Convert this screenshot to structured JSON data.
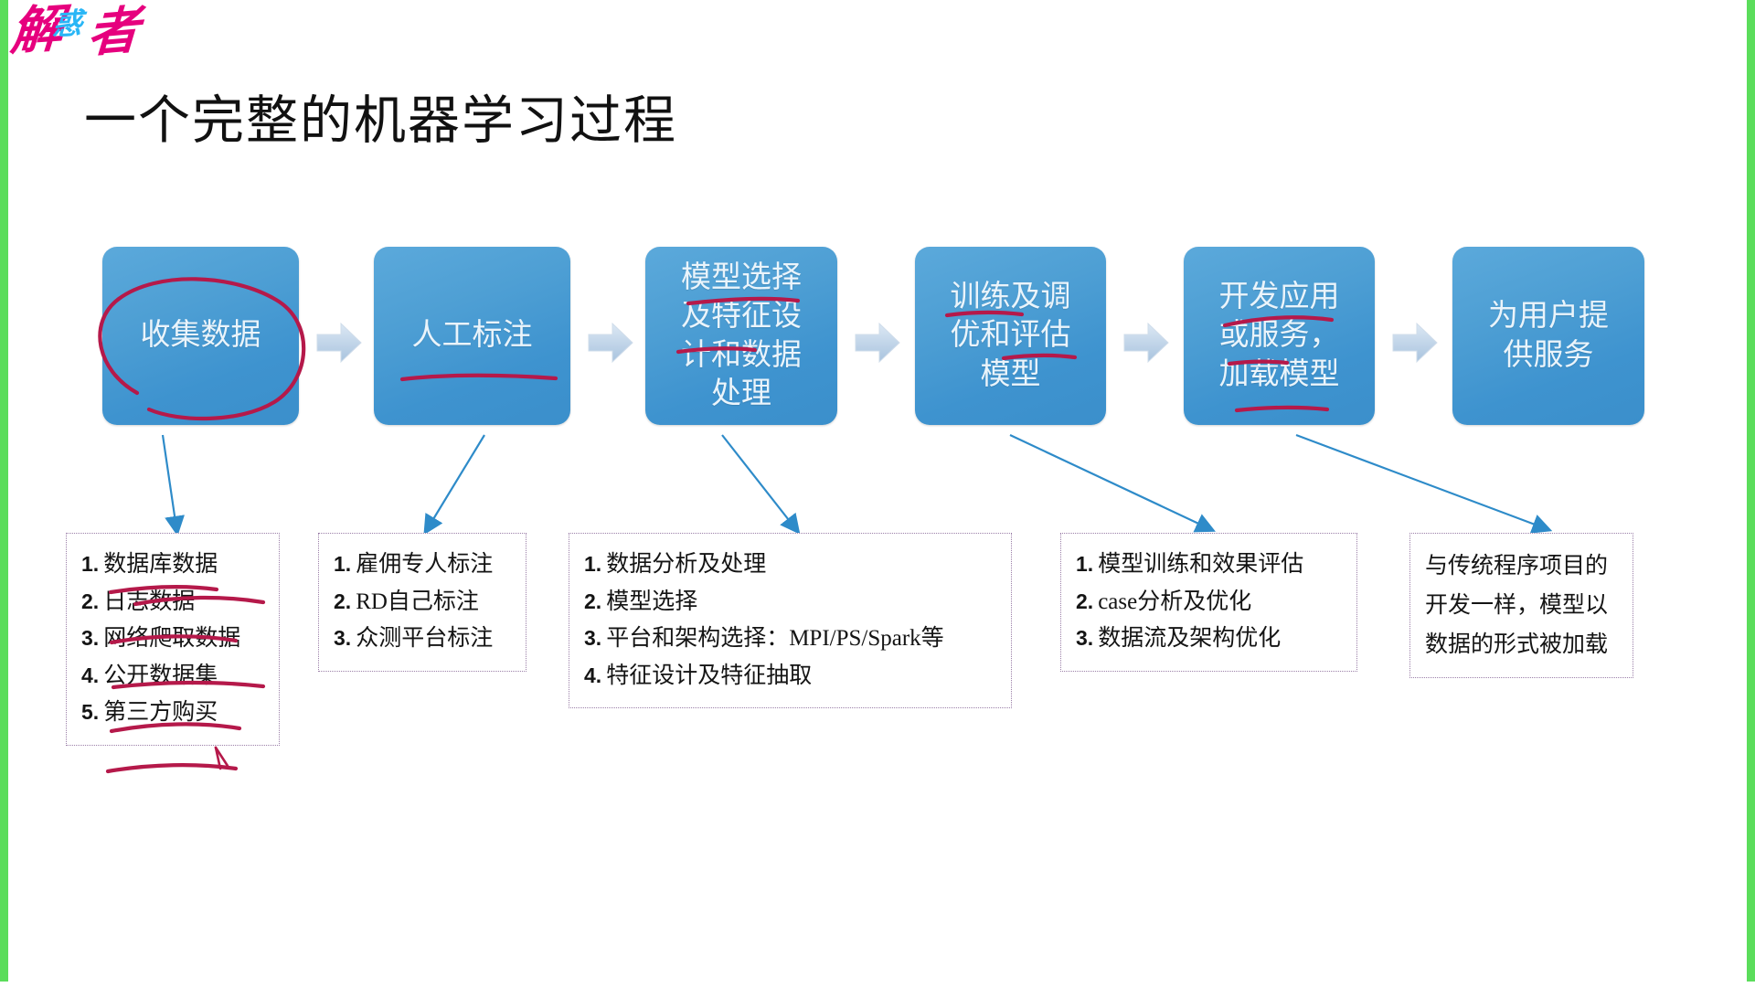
{
  "slide": {
    "title": "一个完整的机器学习过程",
    "logo": {
      "char1": "解",
      "char2": "惑",
      "char3": "者",
      "color_primary": "#e6007e",
      "color_secondary": "#29b6f6"
    },
    "frame_accent_color": "#5bdd5b",
    "node_color": "#3e93cf",
    "arrow_color": "#b9cfe4",
    "connector_color": "#2e8bc9",
    "annotation_color": "#b5194a",
    "detail_border_color": "#9b7fa8"
  },
  "flow": {
    "nodes": [
      {
        "id": "collect-data",
        "label": "收集数据"
      },
      {
        "id": "manual-labeling",
        "label": "人工标注"
      },
      {
        "id": "model-feature",
        "label": "模型选择\n及特征设\n计和数据\n处理"
      },
      {
        "id": "train-tune-eval",
        "label": "训练及调\n优和评估\n模型"
      },
      {
        "id": "develop-app",
        "label": "开发应用\n或服务，\n加载模型"
      },
      {
        "id": "serve-users",
        "label": "为用户提\n供服务"
      }
    ],
    "arrow_glyph": "chevron-right"
  },
  "details": [
    {
      "id": "data-sources",
      "type": "ordered-list",
      "items": [
        "数据库数据",
        "日志数据",
        "网络爬取数据",
        "公开数据集",
        "第三方购买"
      ]
    },
    {
      "id": "labeling-methods",
      "type": "ordered-list",
      "items": [
        "雇佣专人标注",
        "RD自己标注",
        "众测平台标注"
      ]
    },
    {
      "id": "modeling-steps",
      "type": "ordered-list",
      "items": [
        "数据分析及处理",
        "模型选择",
        "平台和架构选择：MPI/PS/Spark等",
        "特征设计及特征抽取"
      ]
    },
    {
      "id": "training-steps",
      "type": "ordered-list",
      "items": [
        "模型训练和效果评估",
        "case分析及优化",
        "数据流及架构优化"
      ]
    },
    {
      "id": "deployment-note",
      "type": "paragraph",
      "text": "与传统程序项目的开发一样，模型以数据的形式被加载"
    }
  ]
}
